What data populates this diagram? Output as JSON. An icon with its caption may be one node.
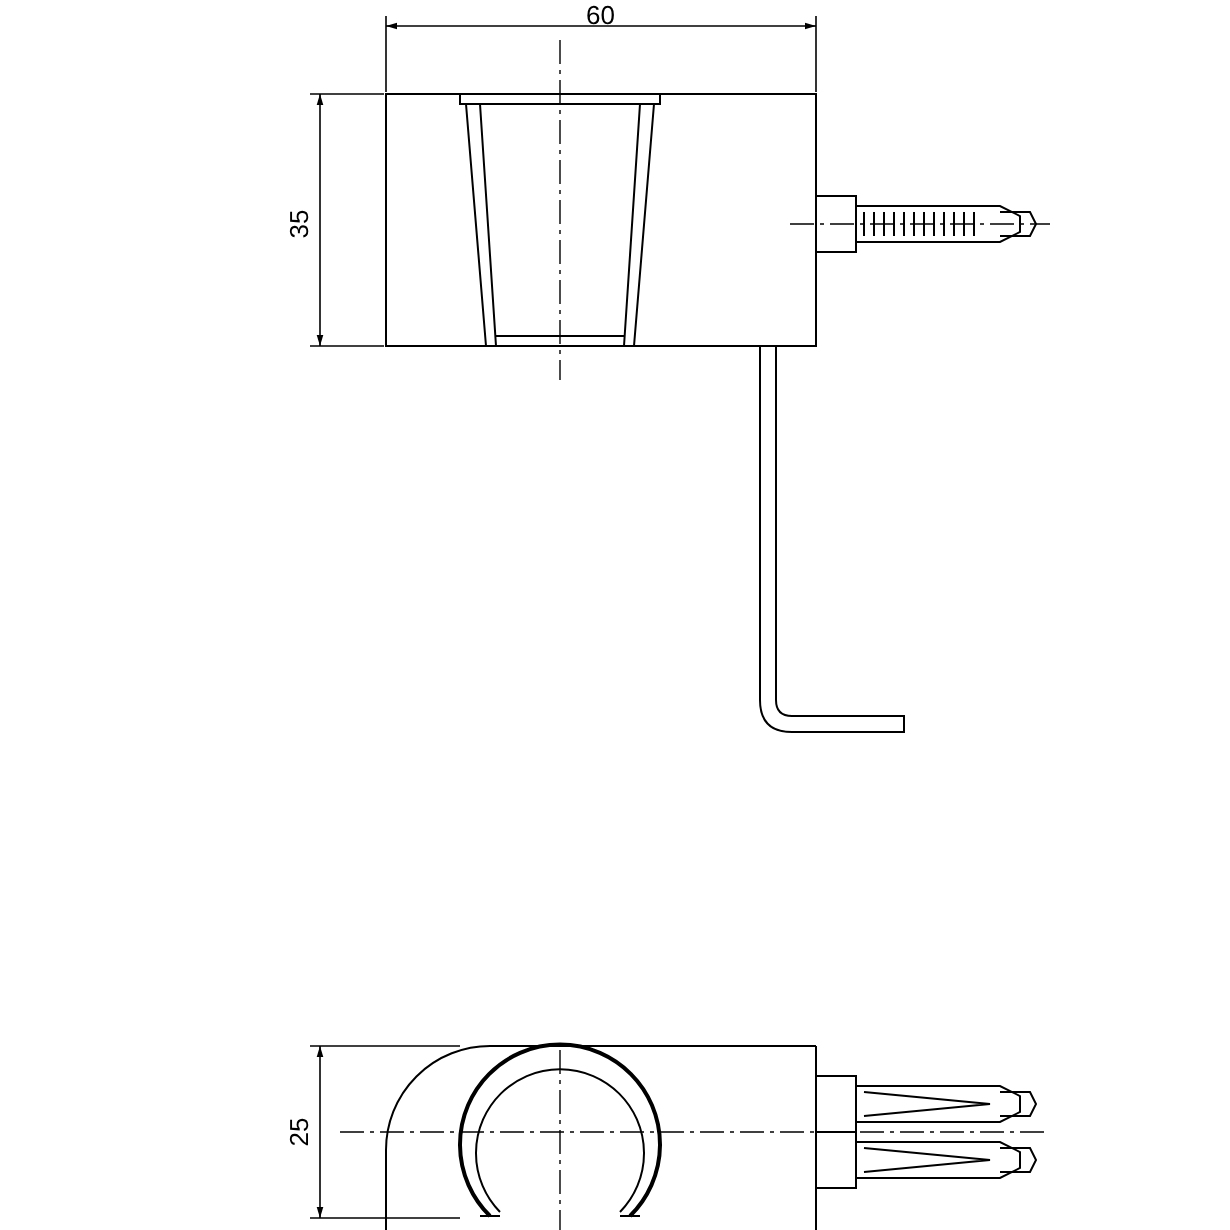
{
  "diagram": {
    "labels": [
      "60",
      "35",
      "25"
    ]
  }
}
